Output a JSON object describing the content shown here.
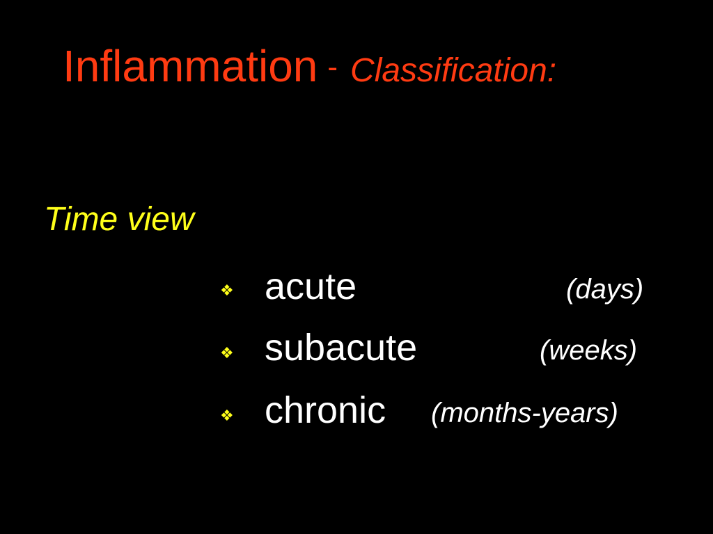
{
  "slide": {
    "title": {
      "main": "Inflammation",
      "separator": "-",
      "subtitle": "Classification:"
    },
    "subheading": "Time view",
    "items": [
      {
        "bullet": "❖",
        "term": "acute",
        "duration": "(days)"
      },
      {
        "bullet": "❖",
        "term": "subacute",
        "duration": "(weeks)"
      },
      {
        "bullet": "❖",
        "term": "chronic",
        "duration": "(months-years)"
      }
    ],
    "colors": {
      "background": "#000000",
      "title": "#ff3b12",
      "subheading": "#ffff1a",
      "bullet": "#ffff1a",
      "body_text": "#ffffff"
    }
  }
}
